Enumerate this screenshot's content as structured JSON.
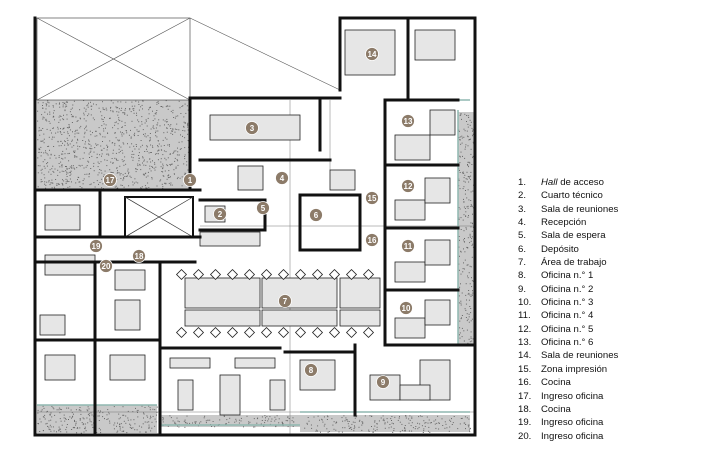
{
  "plan": {
    "markers": [
      "1",
      "2",
      "3",
      "4",
      "5",
      "6",
      "7",
      "8",
      "9",
      "10",
      "11",
      "12",
      "13",
      "14",
      "15",
      "16",
      "17",
      "18",
      "19",
      "20"
    ],
    "marker_color": "#8c7b69",
    "wall_color": "#111111",
    "furniture_color": "#e6e6e6",
    "hatch_color": "#c9c9c9",
    "glass_color": "#8fb7b0"
  },
  "legend": {
    "items": [
      {
        "num": "1.",
        "italic": "Hall",
        "label": " de acceso"
      },
      {
        "num": "2.",
        "label": "Cuarto técnico"
      },
      {
        "num": "3.",
        "label": "Sala de reuniones"
      },
      {
        "num": "4.",
        "label": "Recepción"
      },
      {
        "num": "5.",
        "label": "Sala de espera"
      },
      {
        "num": "6.",
        "label": "Depósito"
      },
      {
        "num": "7.",
        "label": "Área de trabajo"
      },
      {
        "num": "8.",
        "label": "Oficina n.° 1"
      },
      {
        "num": "9.",
        "label": "Oficina n.° 2"
      },
      {
        "num": "10.",
        "label": "Oficina n.° 3"
      },
      {
        "num": "11.",
        "label": "Oficina n.° 4"
      },
      {
        "num": "12.",
        "label": "Oficina n.° 5"
      },
      {
        "num": "13.",
        "label": "Oficina n.° 6"
      },
      {
        "num": "14.",
        "label": "Sala de reuniones"
      },
      {
        "num": "15.",
        "label": "Zona impresión"
      },
      {
        "num": "16.",
        "label": "Cocina"
      },
      {
        "num": "17.",
        "label": "Ingreso oficina"
      },
      {
        "num": "18.",
        "label": "Cocina"
      },
      {
        "num": "19.",
        "label": "Ingreso oficina"
      },
      {
        "num": "20.",
        "label": "Ingreso oficina"
      }
    ]
  }
}
